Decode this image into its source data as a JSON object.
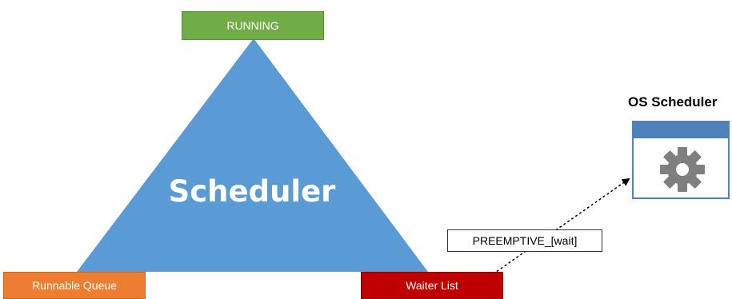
{
  "nodes": {
    "running": "RUNNING",
    "scheduler": "Scheduler",
    "runnable_queue": "Runnable Queue",
    "waiter_list": "Waiter List"
  },
  "edge": {
    "label": "PREEMPTIVE_[wait]"
  },
  "os_scheduler": {
    "title": "OS Scheduler",
    "icon": "gear-icon"
  },
  "colors": {
    "triangle": "#5b9bd5",
    "running": "#70ad47",
    "runnable_queue": "#ed7d31",
    "waiter_list": "#c00000",
    "os_window": "#4f81bd",
    "gear": "#7f7f7f"
  }
}
